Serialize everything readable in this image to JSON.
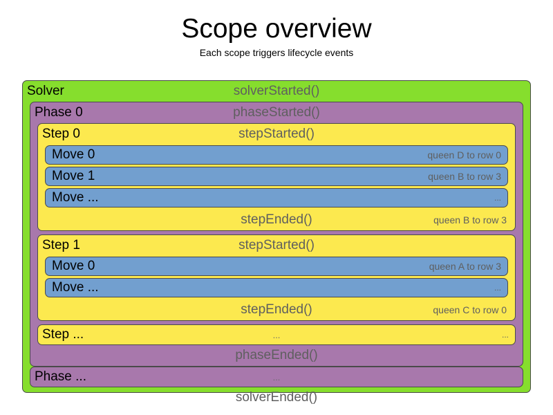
{
  "header": {
    "title": "Scope overview",
    "subtitle": "Each scope triggers lifecycle events"
  },
  "colors": {
    "solver": "#86DE2D",
    "phase": "#A878AC",
    "step": "#FCE94F",
    "move": "#729FCF",
    "event_text": "#5F5F5F",
    "name_text": "#000000",
    "border": "#4a4a4a"
  },
  "diagram": {
    "solver": {
      "name": "Solver",
      "started_event": "solverStarted()",
      "ended_event": "solverEnded()",
      "phases": [
        {
          "name": "Phase 0",
          "started_event": "phaseStarted()",
          "ended_event": "phaseEnded()",
          "steps": [
            {
              "name": "Step 0",
              "started_event": "stepStarted()",
              "ended_event": "stepEnded()",
              "ended_result": "queen B to row 3",
              "moves": [
                {
                  "name": "Move 0",
                  "detail": "queen D to row 0"
                },
                {
                  "name": "Move 1",
                  "detail": "queen B to row 3"
                },
                {
                  "name": "Move ...",
                  "detail": "..."
                }
              ]
            },
            {
              "name": "Step 1",
              "started_event": "stepStarted()",
              "ended_event": "stepEnded()",
              "ended_result": "queen C to row 0",
              "moves": [
                {
                  "name": "Move 0",
                  "detail": "queen A to row 3"
                },
                {
                  "name": "Move ...",
                  "detail": "..."
                }
              ]
            },
            {
              "name": "Step ...",
              "started_event": "...",
              "started_right": "...",
              "collapsed": true
            }
          ]
        },
        {
          "name": "Phase ...",
          "started_event": "...",
          "collapsed": true
        }
      ]
    }
  }
}
